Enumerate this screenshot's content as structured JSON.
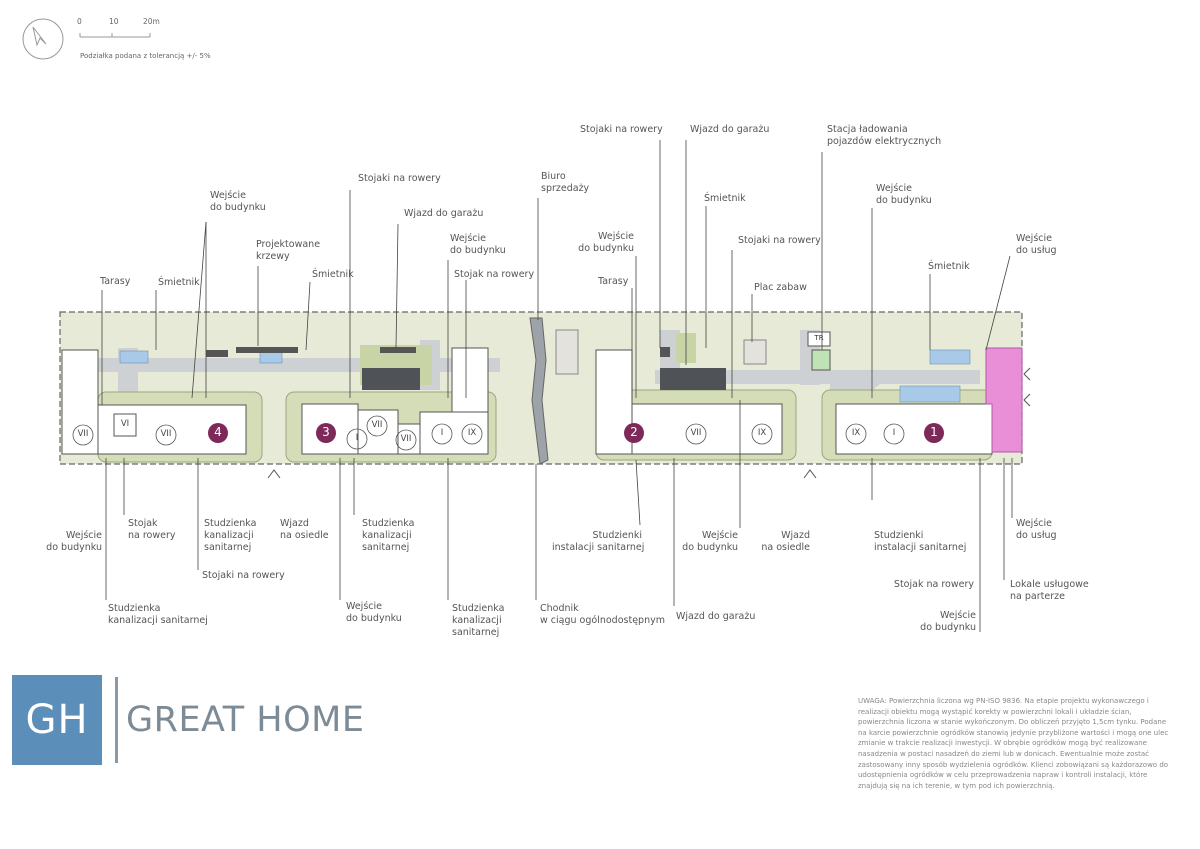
{
  "scale": {
    "ticks": [
      "0",
      "10",
      "20m"
    ],
    "caption": "Podziałka podana z tolerancją +/- 5%"
  },
  "buildings": [
    {
      "id": "b4",
      "number": "4",
      "floors": [
        "VII",
        "VI",
        "VII"
      ]
    },
    {
      "id": "b3",
      "number": "3",
      "floors": [
        "I",
        "VII",
        "VII",
        "I",
        "IX"
      ]
    },
    {
      "id": "b2",
      "number": "2",
      "floors": [
        "VII",
        "IX"
      ]
    },
    {
      "id": "b1",
      "number": "1",
      "floors": [
        "IX",
        "I"
      ]
    }
  ],
  "labels_top": {
    "tarasy_1": "Tarasy",
    "smietnik_1": "Śmietnik",
    "wejscie_1": "Wejście\ndo budynku",
    "krzewy": "Projektowane\nkrzewy",
    "smietnik_2": "Śmietnik",
    "stojaki_1": "Stojaki na rowery",
    "wjazd_garaz_1": "Wjazd do garażu",
    "wejscie_2": "Wejście\ndo budynku",
    "stojak_1": "Stojak na rowery",
    "biuro": "Biuro\nsprzedaży",
    "stojaki_2": "Stojaki na rowery",
    "wjazd_garaz_2": "Wjazd do garażu",
    "wejscie_3": "Wejście\ndo budynku",
    "tarasy_2": "Tarasy",
    "smietnik_3": "Śmietnik",
    "stojaki_3": "Stojaki na rowery",
    "plac_zabaw": "Plac zabaw",
    "stacja": "Stacja ładowania\npojazdów elektrycznych",
    "wejscie_4": "Wejście\ndo budynku",
    "smietnik_4": "Śmietnik",
    "wejscie_uslug_1": "Wejście\ndo usług"
  },
  "labels_bottom": {
    "wejscie_5": "Wejście\ndo budynku",
    "stojak_2": "Stojak\nna rowery",
    "studzienka_1": "Studzienka\nkanalizacji\nsanitarnej",
    "wjazd_osiedle_1": "Wjazd\nna osiedle",
    "studzienka_2": "Studzienka\nkanalizacji\nsanitarnej",
    "stojaki_4": "Stojaki na rowery",
    "studzienka_3": "Studzienka\nkanalizacji sanitarnej",
    "wejscie_6": "Wejście\ndo budynku",
    "studzienka_4": "Studzienka\nkanalizacji\nsanitarnej",
    "chodnik": "Chodnik\nw ciągu ogólnodostępnym",
    "wjazd_garaz_3": "Wjazd do garażu",
    "studzienki_1": "Studzienki\ninstalacji sanitarnej",
    "wejscie_7": "Wejście\ndo budynku",
    "wjazd_osiedle_2": "Wjazd\nna osiedle",
    "studzienki_2": "Studzienki\ninstalacji sanitarnej",
    "stojak_3": "Stojak na rowery",
    "wejscie_8": "Wejście\ndo budynku",
    "lokale": "Lokale usługowe\nna parterze",
    "wejscie_uslug_2": "Wejście\ndo usług"
  },
  "small_marks": {
    "tr": "TR"
  },
  "logo": {
    "initials": "GH",
    "name": "GREAT HOME"
  },
  "note": "UWAGA: Powierzchnia liczona wg PN-ISO 9836. Na etapie projektu wykonawczego i realizacji obiektu mogą wystąpić korekty w powierzchni lokali i układzie ścian, powierzchnia liczona w stanie wykończonym. Do obliczeń przyjęto 1,5cm tynku. Podane na karcie powierzchnie ogródków stanowią jedynie przybliżone wartości i mogą one ulec zmianie w trakcie realizacji inwestycji. W obrębie ogródków mogą być realizowane nasadzenia w postaci nasadzeń do ziemi lub w donicach. Ewentualnie może zostać zastosowany inny sposób wydzielenia ogródków. Klienci zobowiązani są każdorazowo do udostępnienia ogródków w celu przeprowadzenia napraw i kontroli instalacji, które znajdują się na ich terenie, w tym pod ich powierzchnią.",
  "colors": {
    "site": "#e6ead6",
    "lawn": "#d4ddb8",
    "road": "#cdd1d3",
    "building": "#ffffff",
    "badge": "#7d2a5b",
    "service": "#e88fd8",
    "brand": "#5b8fb9",
    "parking": "#4f5358",
    "bins": "#a9c9e8"
  }
}
